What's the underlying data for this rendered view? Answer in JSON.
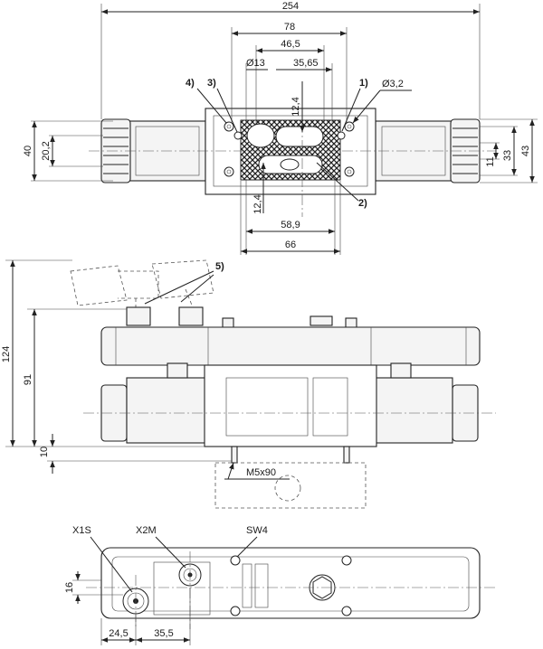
{
  "top_view": {
    "dims": {
      "overall_length": "254",
      "d78": "78",
      "d46_5": "46,5",
      "bore13": "Ø13",
      "d35_65": "35,65",
      "bore3_2": "Ø3,2",
      "d12_4_top": "12,4",
      "d12_4_bottom": "12,4",
      "d58_9": "58,9",
      "d66": "66",
      "height40": "40",
      "height20_2": "20,2",
      "height11": "11",
      "height33": "33",
      "height43": "43"
    },
    "callouts": {
      "c1": "1)",
      "c2": "2)",
      "c3": "3)",
      "c4": "4)"
    }
  },
  "side_view": {
    "dims": {
      "height124": "124",
      "height91": "91",
      "offset10": "10",
      "thread": "M5x90"
    },
    "callouts": {
      "c5": "5)"
    }
  },
  "bottom_view": {
    "labels": {
      "x1s": "X1S",
      "x2m": "X2M",
      "sw4": "SW4"
    },
    "dims": {
      "d16": "16",
      "d24_5": "24,5",
      "d35_5": "35,5"
    }
  }
}
